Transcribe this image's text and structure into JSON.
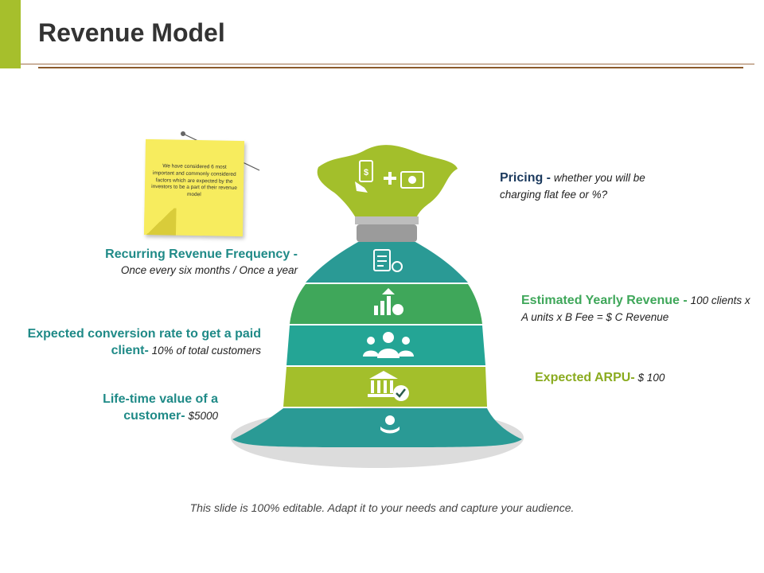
{
  "title": "Revenue Model",
  "note": {
    "text": "We have considered 6 most important and commonly considered factors which are expected by the investors to be a part of their revenue model"
  },
  "labels": {
    "pricing": {
      "heading": "Pricing -",
      "detail": "whether you will be charging flat fee or %?"
    },
    "recurring": {
      "heading": "Recurring Revenue Frequency -",
      "detail": "Once every six months / Once a year"
    },
    "estimated": {
      "heading": "Estimated Yearly Revenue -",
      "detail": "100 clients x A units x B Fee = $ C Revenue"
    },
    "conversion": {
      "heading": "Expected conversion rate to get a paid client-",
      "detail": "10% of total customers"
    },
    "arpu": {
      "heading": "Expected ARPU-",
      "detail": "$ 100"
    },
    "lifetime": {
      "heading": "Life-time value of a customer-",
      "detail": "$5000"
    }
  },
  "footer": "This slide is 100% editable. Adapt it to your needs and capture your audience.",
  "colors": {
    "teal": "#2a9a95",
    "green": "#a3bf2b",
    "dark_green": "#3fa75a",
    "gray": "#9b9b9b"
  },
  "icons": [
    "money-transfer-icon",
    "document-clock-icon",
    "growth-chart-dollar-icon",
    "team-icon",
    "bank-check-icon",
    "hand-dollar-icon"
  ]
}
